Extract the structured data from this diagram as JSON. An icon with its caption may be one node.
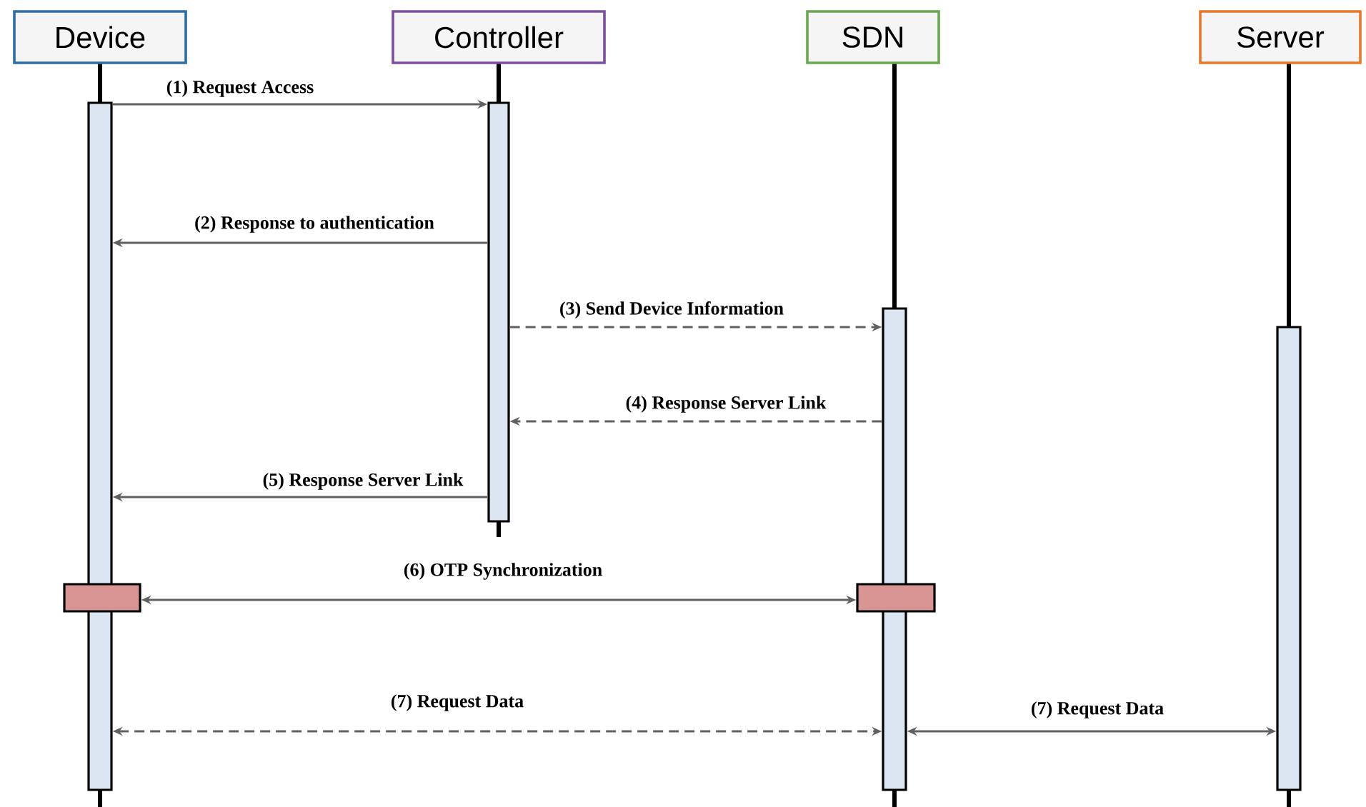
{
  "diagram": {
    "nodes": [
      {
        "text": [
          "Device"
        ]
      },
      {
        "text": [
          "Controller"
        ]
      },
      {
        "text": [
          "SDN"
        ]
      },
      {
        "text": [
          "Server"
        ]
      },
      {
        "text": [],
        "shape": "bar"
      },
      {
        "text": [],
        "shape": "bar"
      },
      {
        "text": [],
        "shape": "bar"
      },
      {
        "text": [],
        "shape": "bar"
      },
      {
        "text": [],
        "shape": "box"
      },
      {
        "text": [],
        "shape": "box"
      }
    ],
    "edges": [
      {
        "from": 4,
        "to": 5,
        "arrow": "to",
        "label": "(1) Request Access"
      },
      {
        "from": 5,
        "to": 4,
        "arrow": "to",
        "label": "(2) Response to authentication"
      },
      {
        "from": 5,
        "to": 6,
        "arrow": "to",
        "label": "(3) Send Device Information",
        "style": "dashed"
      },
      {
        "from": 6,
        "to": 5,
        "arrow": "to",
        "label": "(4) Response Server Link",
        "style": "dashed"
      },
      {
        "from": 5,
        "to": 4,
        "arrow": "to",
        "label": "(5) Response Server Link"
      },
      {
        "from": 8,
        "to": 9,
        "arrow": "both",
        "label": "(6) OTP Synchronization"
      },
      {
        "from": 4,
        "to": 6,
        "arrow": "both",
        "label": "(7) Request Data",
        "style": "dashed"
      },
      {
        "from": 6,
        "to": 7,
        "arrow": "both",
        "label": "(7) Request Data"
      }
    ]
  }
}
